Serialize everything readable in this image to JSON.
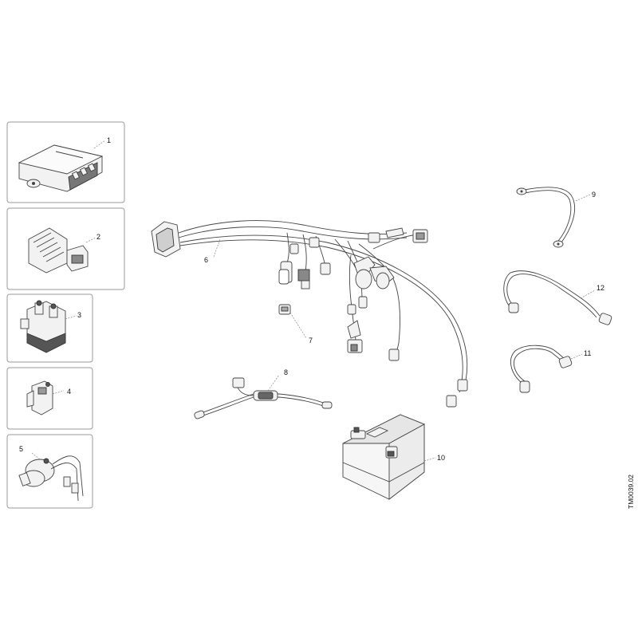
{
  "callouts": {
    "c1": "1",
    "c2": "2",
    "c3": "3",
    "c4": "4",
    "c5": "5",
    "c6": "6",
    "c7": "7",
    "c8": "8",
    "c9": "9",
    "c10": "10",
    "c11": "11",
    "c12": "12"
  },
  "drawing_code": "TM0039.02"
}
